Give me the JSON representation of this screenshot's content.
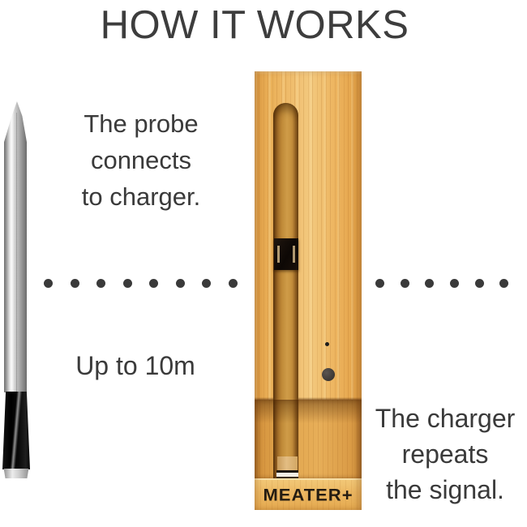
{
  "title": "HOW IT WORKS",
  "captions": {
    "probe": {
      "lines": [
        "The probe",
        "connects",
        "to charger."
      ]
    },
    "range": "Up to 10m",
    "charger": {
      "lines": [
        "The charger",
        "repeats",
        "the signal."
      ]
    }
  },
  "device": {
    "brand": "MEATER+"
  },
  "connection": {
    "left_dots": 8,
    "right_dots": 6
  },
  "colors": {
    "title": "#3d3d3d",
    "text": "#3a3a3a",
    "dot": "#3a3a3a",
    "bamboo_light": "#f3c97e",
    "bamboo_mid": "#eaaf57",
    "bamboo_slot": "#c08a38",
    "brand_text": "#241c12"
  }
}
